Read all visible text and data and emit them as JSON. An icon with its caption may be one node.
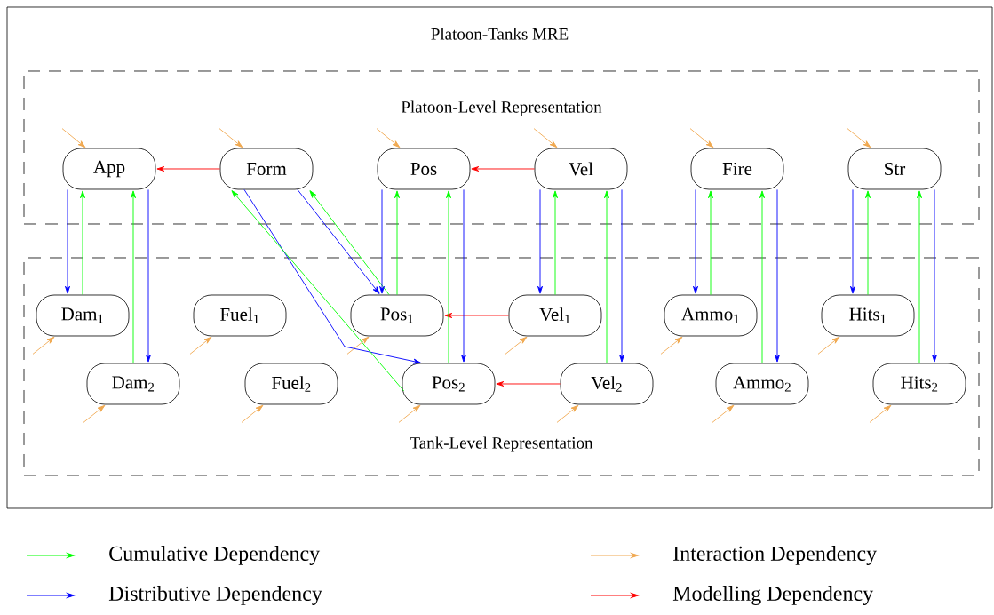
{
  "diagram": {
    "nodes": [
      {
        "text": [
          "Platoon-Tanks MRE"
        ]
      },
      {
        "text": [
          "Platoon-Level Representation"
        ],
        "in": 0
      },
      {
        "text": [
          "Tank-Level Representation"
        ],
        "in": 0
      },
      {
        "text": [
          "App"
        ],
        "in": 1
      },
      {
        "text": [
          "Form"
        ],
        "in": 1
      },
      {
        "text": [
          "Pos"
        ],
        "in": 1
      },
      {
        "text": [
          "Vel"
        ],
        "in": 1
      },
      {
        "text": [
          "Fire"
        ],
        "in": 1
      },
      {
        "text": [
          "Str"
        ],
        "in": 1
      },
      {
        "text": [
          "Dam$_{1}$"
        ],
        "in": 2
      },
      {
        "text": [
          "Dam$_{2}$"
        ],
        "in": 2
      },
      {
        "text": [
          "Fuel$_{1}$"
        ],
        "in": 2
      },
      {
        "text": [
          "Fuel$_{2}$"
        ],
        "in": 2
      },
      {
        "text": [
          "Pos$_{1}$"
        ],
        "in": 2
      },
      {
        "text": [
          "Pos$_{2}$"
        ],
        "in": 2
      },
      {
        "text": [
          "Vel$_{1}$"
        ],
        "in": 2
      },
      {
        "text": [
          "Vel$_{2}$"
        ],
        "in": 2
      },
      {
        "text": [
          "Ammo$_{1}$"
        ],
        "in": 2
      },
      {
        "text": [
          "Ammo$_{2}$"
        ],
        "in": 2
      },
      {
        "text": [
          "Hits$_{1}$"
        ],
        "in": 2
      },
      {
        "text": [
          "Hits$_{2}$"
        ],
        "in": 2
      }
    ],
    "edges": [
      {
        "from": 4,
        "to": 3,
        "arrow": "to",
        "color": "#ff0000"
      },
      {
        "from": 6,
        "to": 5,
        "arrow": "to",
        "color": "#ff0000"
      },
      {
        "from": 15,
        "to": 13,
        "arrow": "to",
        "color": "#ff0000"
      },
      {
        "from": 16,
        "to": 14,
        "arrow": "to",
        "color": "#ff0000"
      },
      {
        "from": 3,
        "to": 9,
        "arrow": "to",
        "color": "#0000ff"
      },
      {
        "from": 9,
        "to": 3,
        "arrow": "to",
        "color": "#00ff00"
      },
      {
        "from": 10,
        "to": 3,
        "arrow": "to",
        "color": "#00ff00"
      },
      {
        "from": 3,
        "to": 10,
        "arrow": "to",
        "color": "#0000ff"
      },
      {
        "from": 4,
        "to": 13,
        "arrow": "to",
        "color": "#0000ff"
      },
      {
        "from": 13,
        "to": 4,
        "arrow": "to",
        "color": "#00ff00"
      },
      {
        "from": 4,
        "to": 14,
        "arrow": "to",
        "color": "#0000ff"
      },
      {
        "from": 14,
        "to": 4,
        "arrow": "to",
        "color": "#00ff00"
      },
      {
        "from": 5,
        "to": 13,
        "arrow": "to",
        "color": "#0000ff"
      },
      {
        "from": 13,
        "to": 5,
        "arrow": "to",
        "color": "#00ff00"
      },
      {
        "from": 14,
        "to": 5,
        "arrow": "to",
        "color": "#00ff00"
      },
      {
        "from": 5,
        "to": 14,
        "arrow": "to",
        "color": "#0000ff"
      },
      {
        "from": 6,
        "to": 15,
        "arrow": "to",
        "color": "#0000ff"
      },
      {
        "from": 15,
        "to": 6,
        "arrow": "to",
        "color": "#00ff00"
      },
      {
        "from": 16,
        "to": 6,
        "arrow": "to",
        "color": "#00ff00"
      },
      {
        "from": 6,
        "to": 16,
        "arrow": "to",
        "color": "#0000ff"
      },
      {
        "from": 7,
        "to": 17,
        "arrow": "to",
        "color": "#0000ff"
      },
      {
        "from": 17,
        "to": 7,
        "arrow": "to",
        "color": "#00ff00"
      },
      {
        "from": 18,
        "to": 7,
        "arrow": "to",
        "color": "#00ff00"
      },
      {
        "from": 7,
        "to": 18,
        "arrow": "to",
        "color": "#0000ff"
      },
      {
        "from": 8,
        "to": 19,
        "arrow": "to",
        "color": "#0000ff"
      },
      {
        "from": 19,
        "to": 8,
        "arrow": "to",
        "color": "#00ff00"
      },
      {
        "from": 20,
        "to": 8,
        "arrow": "to",
        "color": "#00ff00"
      },
      {
        "from": 8,
        "to": 20,
        "arrow": "to",
        "color": "#0000ff"
      },
      {
        "from": null,
        "to": 3,
        "arrow": "to",
        "color": "#f0a850"
      },
      {
        "from": null,
        "to": 4,
        "arrow": "to",
        "color": "#f0a850"
      },
      {
        "from": null,
        "to": 5,
        "arrow": "to",
        "color": "#f0a850"
      },
      {
        "from": null,
        "to": 6,
        "arrow": "to",
        "color": "#f0a850"
      },
      {
        "from": null,
        "to": 7,
        "arrow": "to",
        "color": "#f0a850"
      },
      {
        "from": null,
        "to": 8,
        "arrow": "to",
        "color": "#f0a850"
      },
      {
        "from": null,
        "to": 9,
        "arrow": "to",
        "color": "#f0a850"
      },
      {
        "from": null,
        "to": 10,
        "arrow": "to",
        "color": "#f0a850"
      },
      {
        "from": null,
        "to": 11,
        "arrow": "to",
        "color": "#f0a850"
      },
      {
        "from": null,
        "to": 12,
        "arrow": "to",
        "color": "#f0a850"
      },
      {
        "from": null,
        "to": 13,
        "arrow": "to",
        "color": "#f0a850"
      },
      {
        "from": null,
        "to": 14,
        "arrow": "to",
        "color": "#f0a850"
      },
      {
        "from": null,
        "to": 15,
        "arrow": "to",
        "color": "#f0a850"
      },
      {
        "from": null,
        "to": 16,
        "arrow": "to",
        "color": "#f0a850"
      },
      {
        "from": null,
        "to": 17,
        "arrow": "to",
        "color": "#f0a850"
      },
      {
        "from": null,
        "to": 18,
        "arrow": "to",
        "color": "#f0a850"
      },
      {
        "from": null,
        "to": 19,
        "arrow": "to",
        "color": "#f0a850"
      },
      {
        "from": null,
        "to": 20,
        "arrow": "to",
        "color": "#f0a850"
      }
    ],
    "legend": [
      {
        "text": "Cumulative Dependency"
      },
      {
        "text": "Interaction Dependency"
      },
      {
        "text": "Distributive Dependency"
      },
      {
        "text": "Modelling Dependency"
      }
    ]
  }
}
